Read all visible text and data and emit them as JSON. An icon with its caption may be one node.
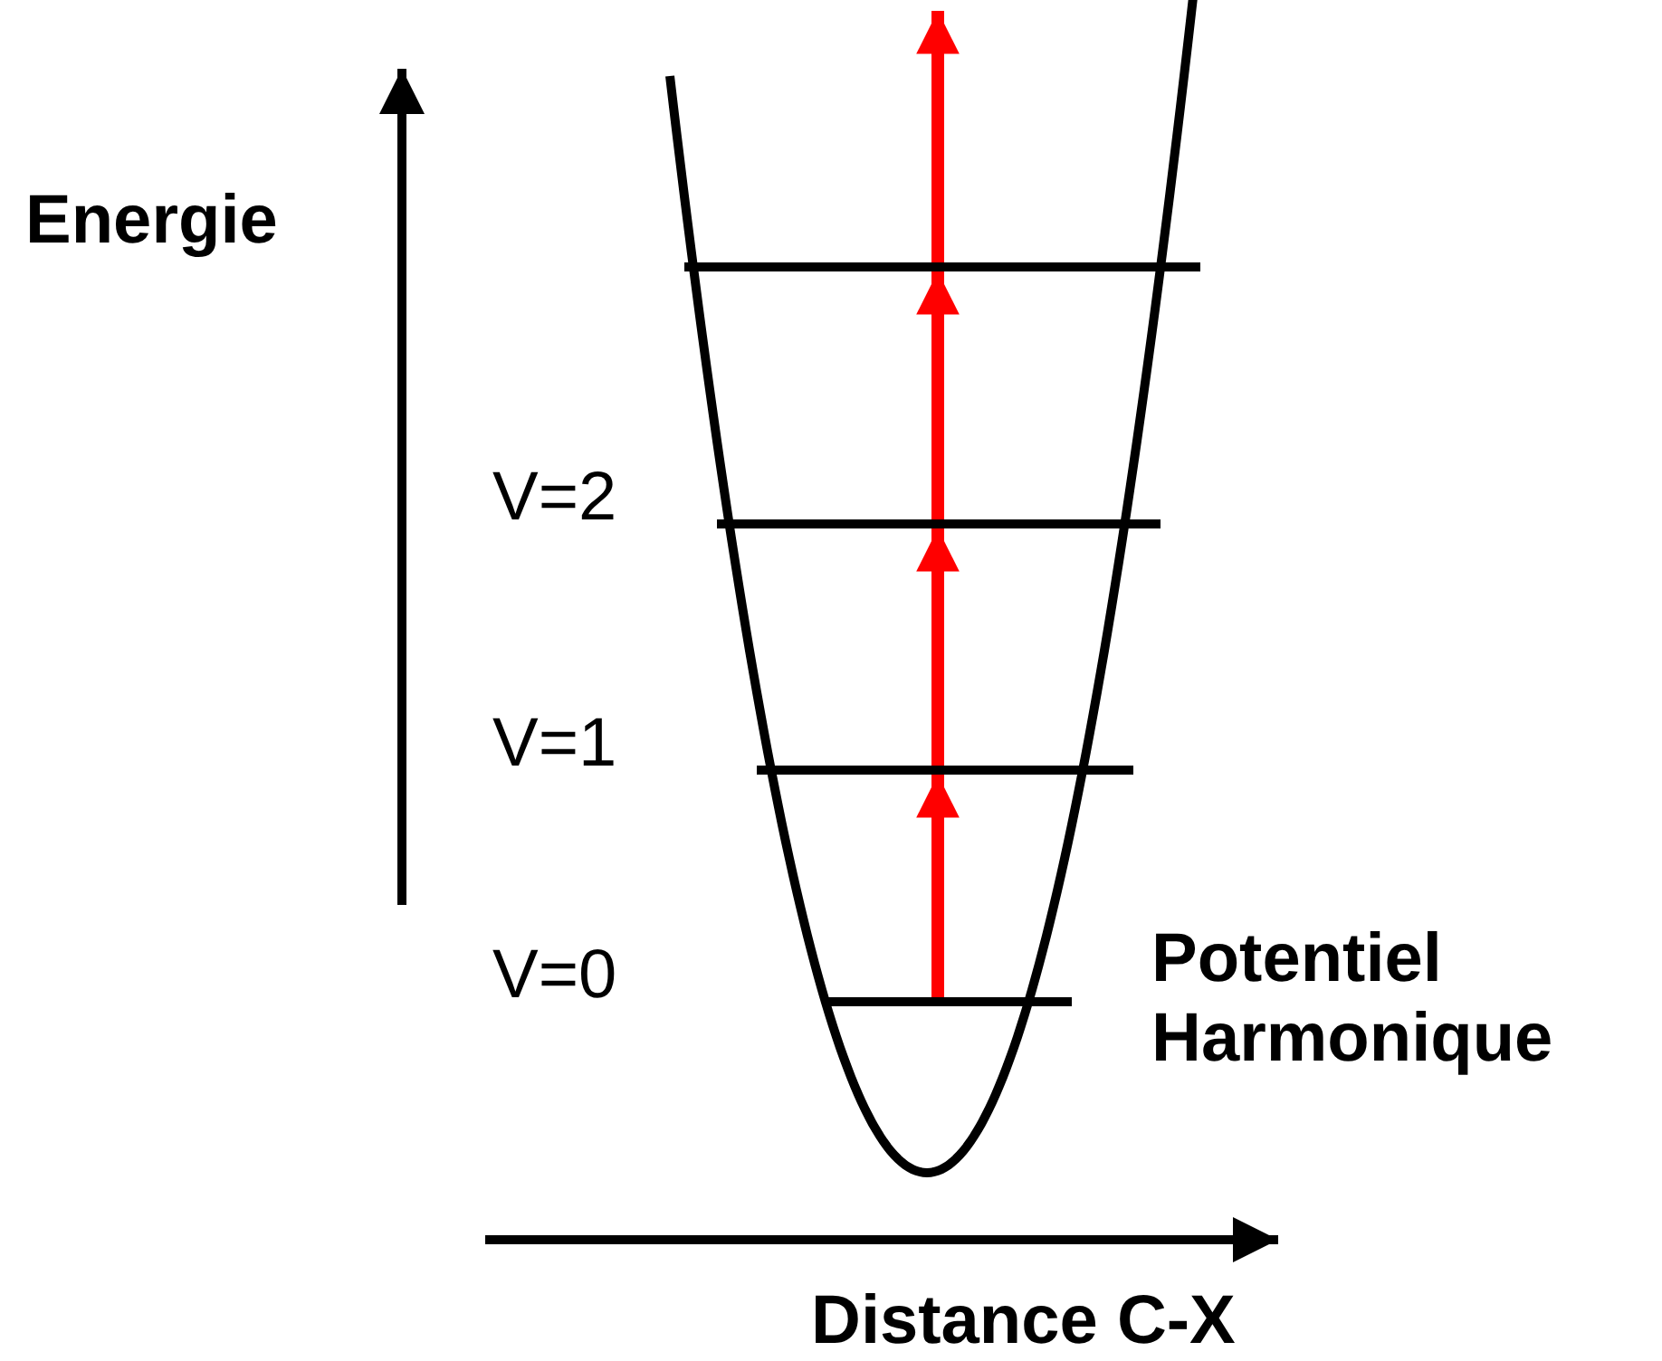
{
  "diagram": {
    "nodes": [
      {
        "text": [],
        "shape": "bar"
      },
      {
        "text": [],
        "shape": "bar",
        "beside": [
          "V=2"
        ]
      },
      {
        "text": [],
        "shape": "bar",
        "beside": [
          "V=1"
        ]
      },
      {
        "text": [],
        "shape": "bar",
        "beside": [
          "V=0"
        ]
      }
    ],
    "edges": [
      {
        "from": 3,
        "to": 2,
        "arrow": "to"
      },
      {
        "from": 2,
        "to": 1,
        "arrow": "to"
      },
      {
        "from": 1,
        "to": 0,
        "arrow": "to"
      },
      {
        "from": 0,
        "to": null,
        "arrow": "to"
      }
    ],
    "labels": [
      "Energie",
      "Potentiel Harmonique",
      "Distance C-X"
    ]
  }
}
